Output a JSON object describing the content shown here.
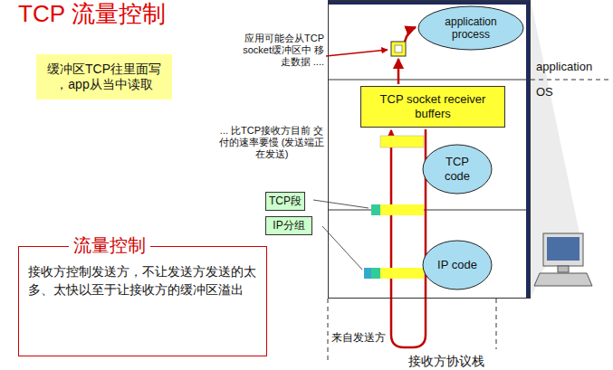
{
  "diagram": {
    "title": "TCP 流量控制",
    "nodes": [
      {
        "text": [
          "缓冲区TCP往里面写 ，app从当中读取"
        ]
      },
      {
        "text": [
          "接收方协议栈"
        ]
      },
      {
        "text": [
          "application process"
        ],
        "in": 1
      },
      {
        "text": [
          "TCP socket receiver buffers"
        ],
        "in": 1
      },
      {
        "text": [
          "TCP code"
        ],
        "in": 1
      },
      {
        "text": [
          "IP code"
        ],
        "in": 1
      },
      {
        "text": [
          "TCP段"
        ]
      },
      {
        "text": [
          "IP分组"
        ]
      },
      {
        "text": [
          "流量控制",
          "接收方控制发送方，不让发送方发送的太多、太快以至于让接收方的缓冲区溢出"
        ]
      }
    ],
    "labels": [
      "应用可能会从TCP socket缓冲区中 移走数据 ....",
      "... 比TCP接收方目前 交付的速率要慢 (发送端正在发送)",
      "application",
      "OS",
      "来自发送方"
    ]
  }
}
